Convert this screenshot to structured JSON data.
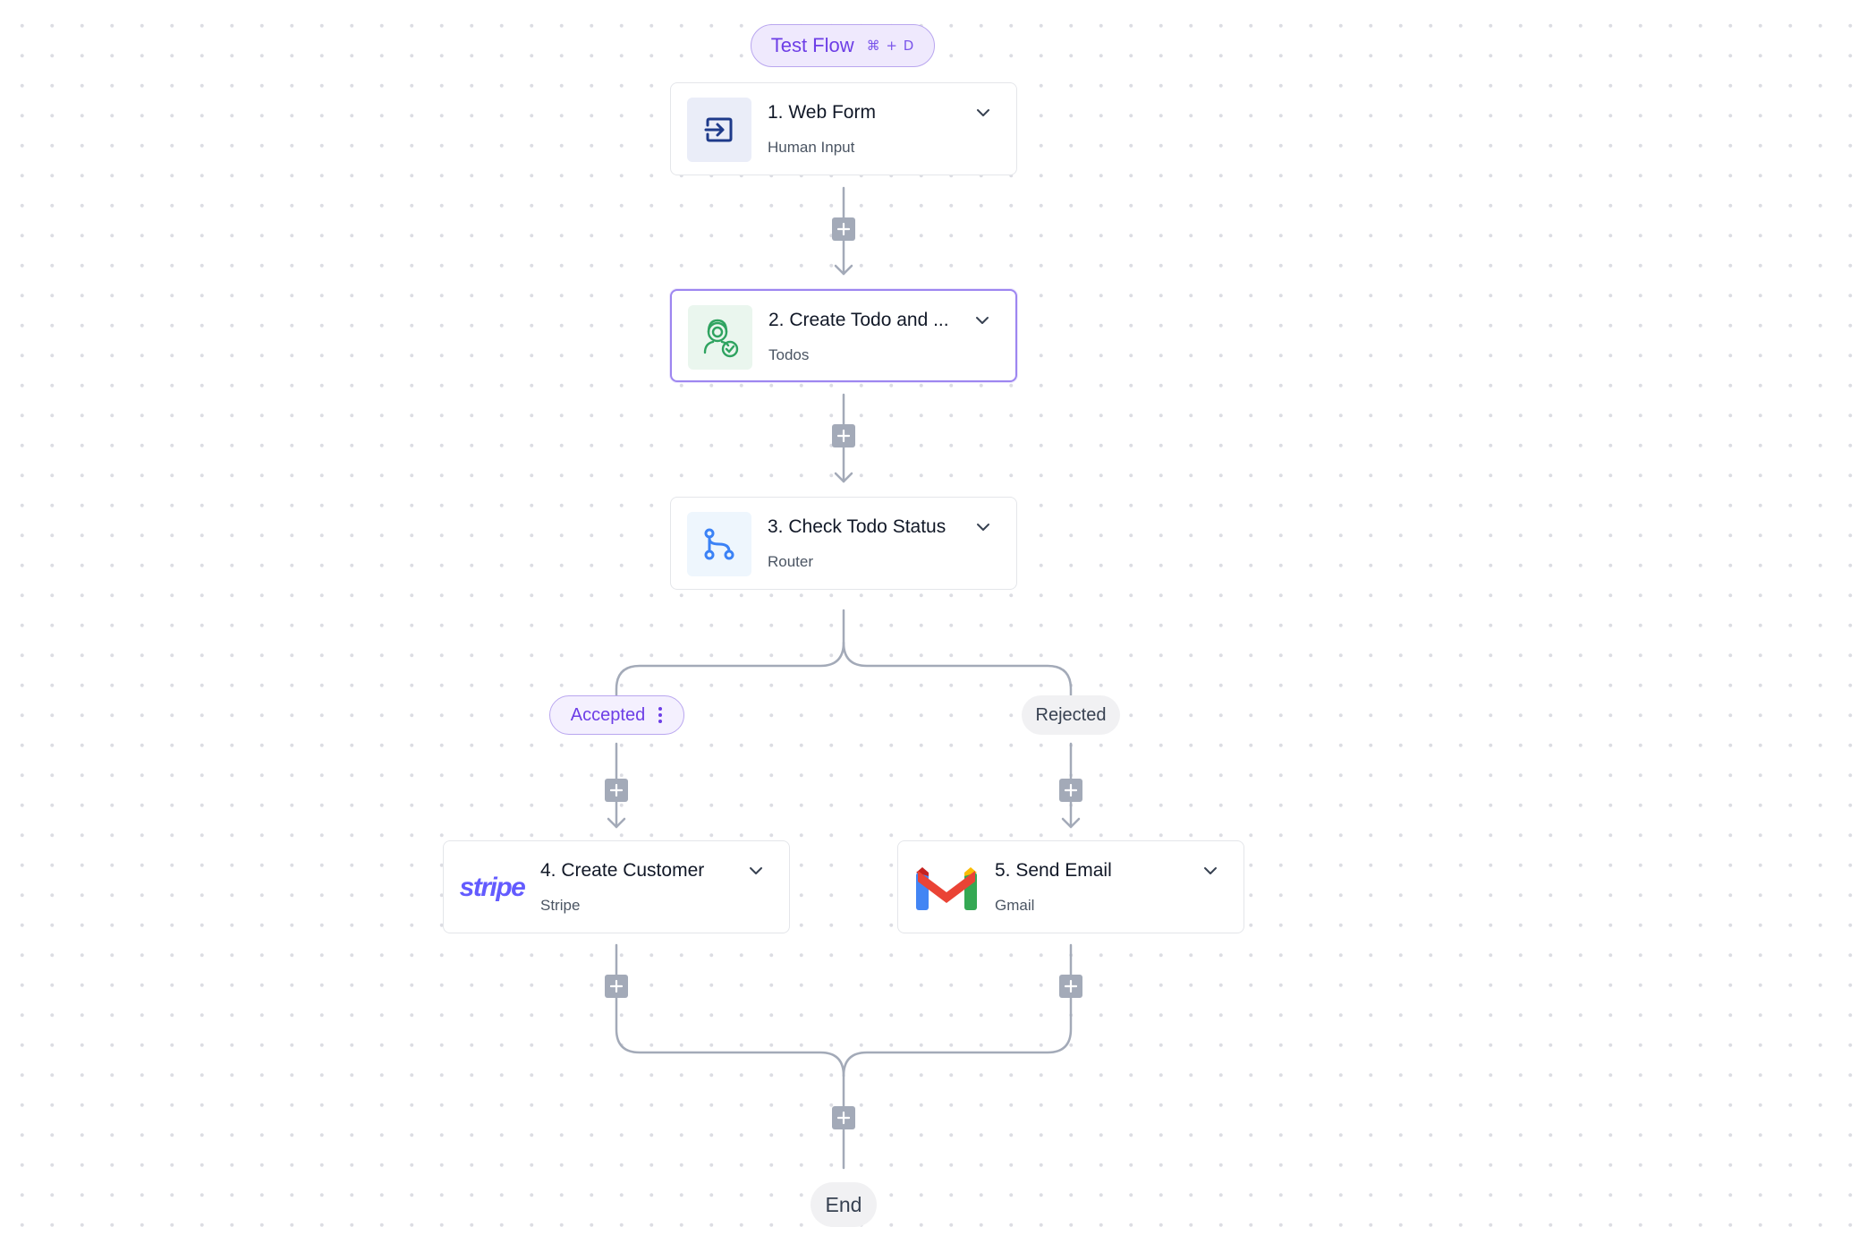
{
  "test_flow": {
    "label": "Test Flow",
    "shortcut": "⌘ + D"
  },
  "steps": [
    {
      "title": "1. Web Form",
      "subtitle": "Human Input",
      "icon": "web-form-icon"
    },
    {
      "title": "2. Create Todo and ...",
      "subtitle": "Todos",
      "icon": "todos-icon"
    },
    {
      "title": "3. Check Todo Status",
      "subtitle": "Router",
      "icon": "router-icon"
    },
    {
      "title": "4. Create Customer",
      "subtitle": "Stripe",
      "icon": "stripe-logo",
      "logo_text": "stripe"
    },
    {
      "title": "5. Send Email",
      "subtitle": "Gmail",
      "icon": "gmail-logo"
    }
  ],
  "branches": {
    "accepted": "Accepted",
    "rejected": "Rejected"
  },
  "end_label": "End",
  "colors": {
    "accent": "#6d3ee6",
    "line": "#a3aab8",
    "stripe": "#635bff",
    "todos_green": "#2fa360",
    "router_blue": "#3b82f6",
    "web_form_navy": "#1e3a8a"
  }
}
